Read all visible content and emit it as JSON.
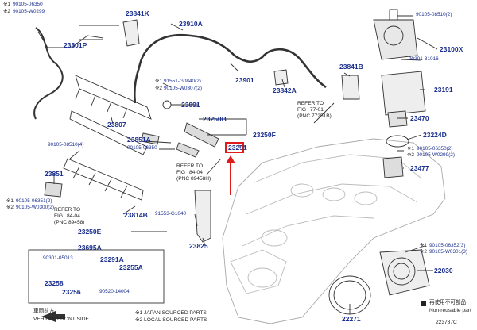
{
  "colors": {
    "label": "#1b2f8f",
    "line": "#333333",
    "highlight": "#e01a1a",
    "part_fill": "#dcdcdc"
  },
  "callouts": {
    "p90105_06350_top": "90105-06350",
    "p90105_w0299_top": "90105-W0299",
    "p23801p": "23801P",
    "p23841k": "23841K",
    "p23910a": "23910A",
    "p23901": "23901",
    "p23842a": "23842A",
    "p91551_g0840": "91551-G0840(2)",
    "p90105_w0307": "90105-W0307(2)",
    "p23891": "23891",
    "p23807": "23807",
    "p23250b": "23250B",
    "p23250f": "23250F",
    "p23851a": "23851A",
    "p90105_06350_mid": "90105-06350",
    "p23291_hl": "23291",
    "p90105_08510_4": "90105-08510(4)",
    "p23851": "23851",
    "p90105_06351": "90105-06351(2)",
    "p90105_w0300": "90105-W0300(2)",
    "p23814b": "23814B",
    "p91553_g1040": "91553-G1040",
    "p23825": "23825",
    "p23250e": "23250E",
    "p23695a": "23695A",
    "p90301_05013": "90301-05013",
    "p23291a": "23291A",
    "p23255a": "23255A",
    "p23258": "23258",
    "p23256": "23256",
    "p90520_14004": "90520-14004",
    "p90105_08510_2": "90105-08510(2)",
    "p23100x": "23100X",
    "p90301_31016": "90301-31016",
    "p23841b": "23841B",
    "p23191": "23191",
    "p23470": "23470",
    "p23224d": "23224D",
    "p90105_06350_r": "90105-06350(2)",
    "p90105_w0299_r": "90105-W0299(2)",
    "p23477": "23477",
    "p90105_06352": "90105-06352(3)",
    "p90105_w0301": "90105-W0301(3)",
    "p22030": "22030",
    "p22271": "22271",
    "diagram_code": "223787C"
  },
  "marks": {
    "note_mark": "※1",
    "note_mark2": "※2",
    "note_mark1_r": "※1",
    "note_mark2_r": "※2",
    "note_mark1_l": "※1",
    "note_mark2_l": "※2",
    "note_mark1_rb": "※1",
    "note_mark2_rb": "※2",
    "note_mark1_mid": "※1",
    "note_mark2_mid": "※2",
    "note_mark1_tl": "※1",
    "note_mark2_tl": "※2"
  },
  "refs": {
    "ref1_line1": "REFER TO",
    "ref1_line2": "FIG",
    "ref1_fig": "77-01",
    "ref1_pnc": "(PNC 77251B)",
    "ref2_line1": "REFER TO",
    "ref2_line2": "FIG",
    "ref2_fig": "84-04",
    "ref2_pnc": "(PNC 89458H)",
    "ref3_line1": "REFER TO",
    "ref3_line2": "FIG",
    "ref3_fig": "84-04",
    "ref3_pnc": "(PNC 89458)"
  },
  "legend": {
    "front_jp": "車両前方",
    "front_en": "VEHICLE FRONT SIDE",
    "note1": "※1 JAPAN SOURCED PARTS",
    "note2": "※2 LOCAL SOURCED PARTS",
    "nonreuse_jp": "再使用不可部品",
    "nonreuse_en": "Non-reusable part"
  }
}
